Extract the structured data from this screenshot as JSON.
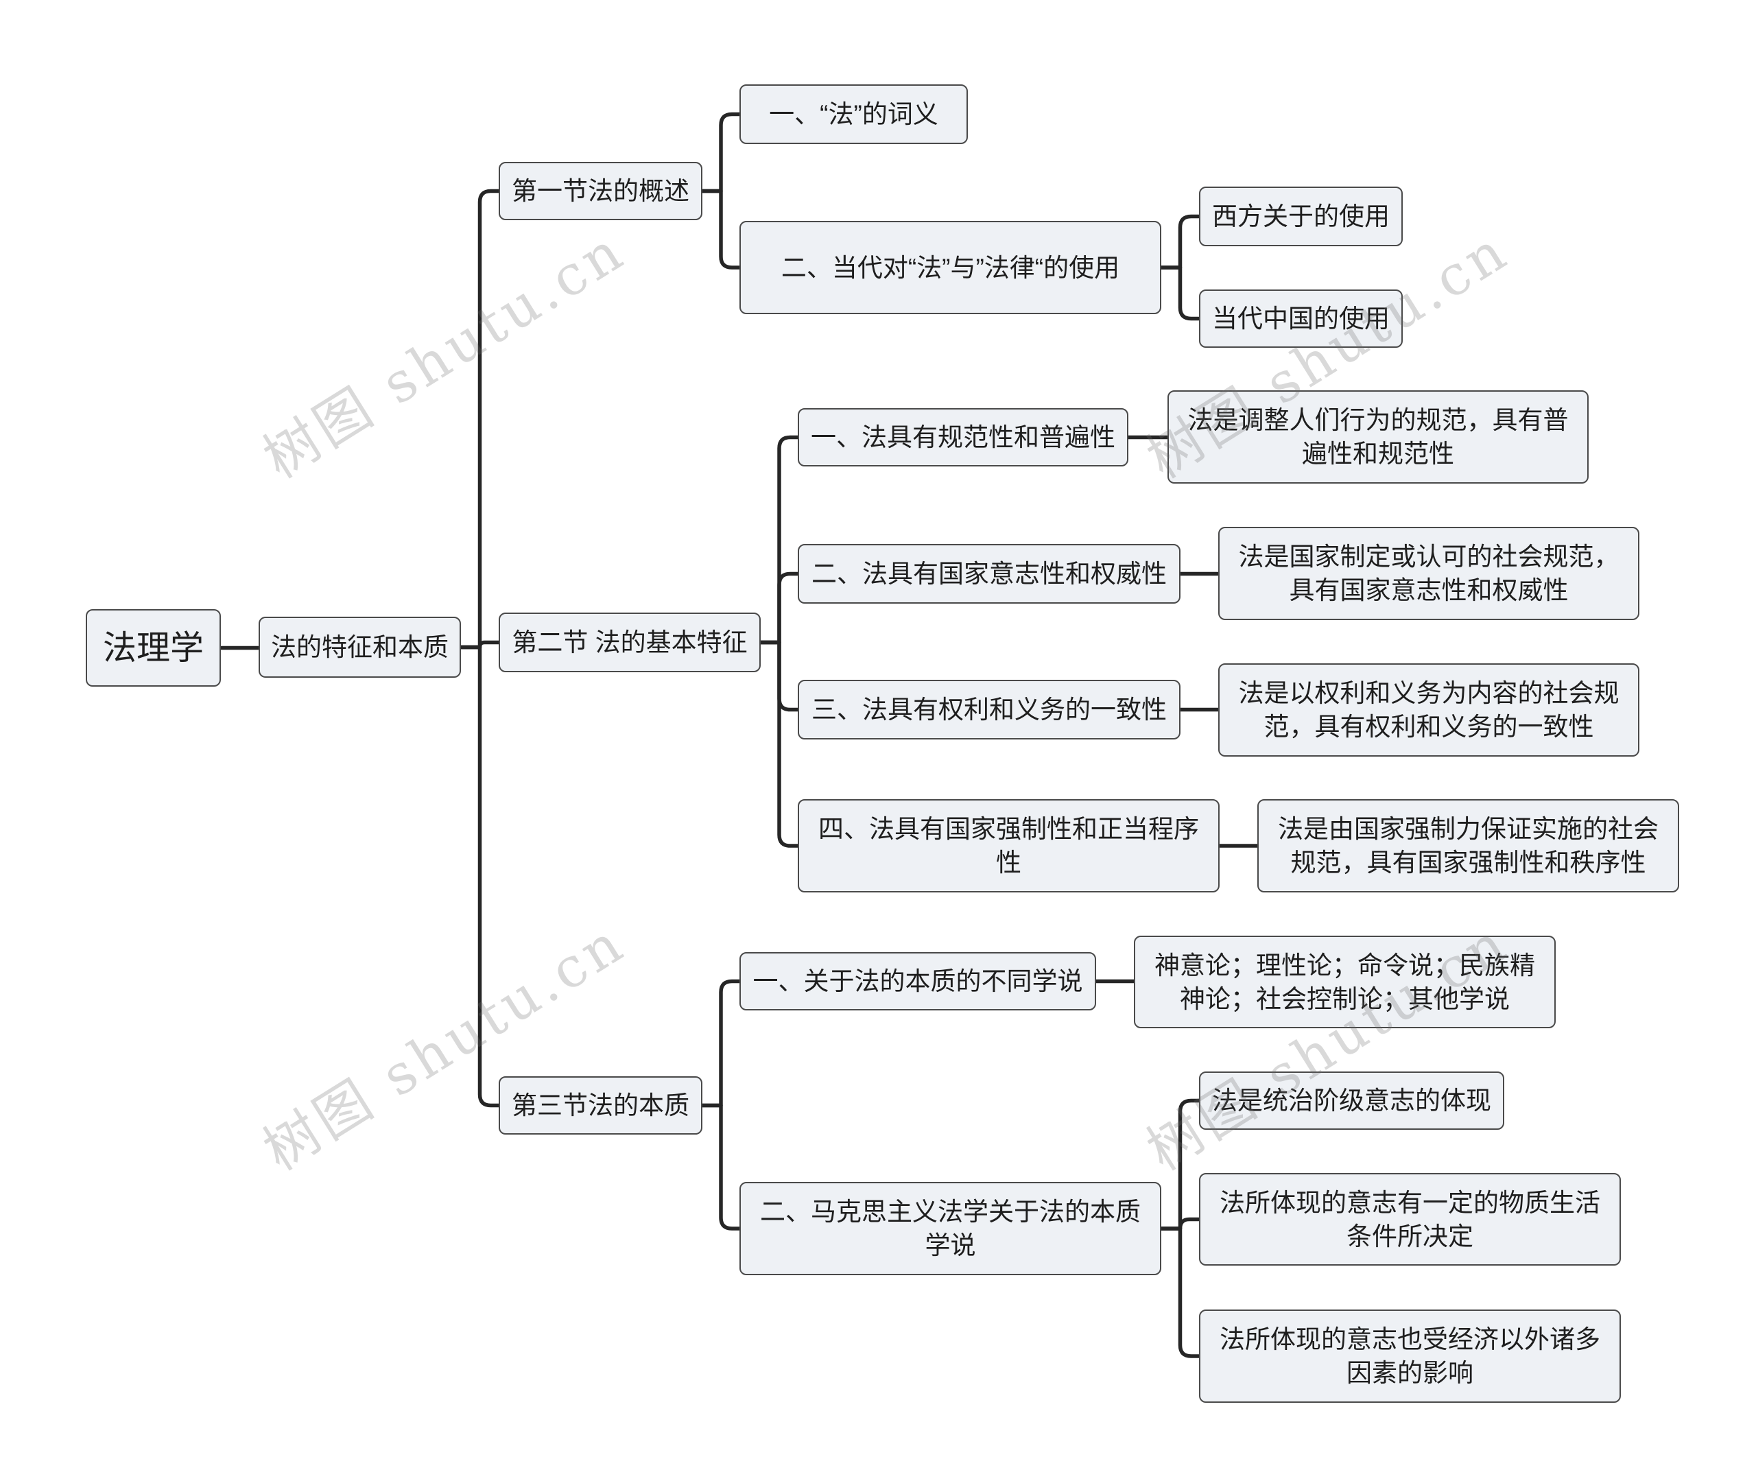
{
  "watermark": "树图 shutu.cn",
  "colors": {
    "background": "#ffffff",
    "node_fill": "#eef1f5",
    "node_border": "#4a4a4a",
    "connector": "#262626",
    "text": "#1e1e1e",
    "watermark": "#8c8c8c"
  },
  "mindmap": {
    "root": {
      "label": "法理学",
      "children": [
        {
          "label": "法的特征和本质",
          "children": [
            {
              "label": "第一节法的概述",
              "children": [
                {
                  "label": "一、“法”的词义"
                },
                {
                  "label": "二、当代对“法”与”法律“的使用",
                  "children": [
                    {
                      "label": "西方关于的使用"
                    },
                    {
                      "label": "当代中国的使用"
                    }
                  ]
                }
              ]
            },
            {
              "label": "第二节 法的基本特征",
              "children": [
                {
                  "label": "一、法具有规范性和普遍性",
                  "children": [
                    {
                      "label": "法是调整人们行为的规范，具有普遍性和规范性"
                    }
                  ]
                },
                {
                  "label": "二、法具有国家意志性和权威性",
                  "children": [
                    {
                      "label": "法是国家制定或认可的社会规范，具有国家意志性和权威性"
                    }
                  ]
                },
                {
                  "label": "三、法具有权利和义务的一致性",
                  "children": [
                    {
                      "label": "法是以权利和义务为内容的社会规范，具有权利和义务的一致性"
                    }
                  ]
                },
                {
                  "label": "四、法具有国家强制性和正当程序性",
                  "children": [
                    {
                      "label": "法是由国家强制力保证实施的社会规范，具有国家强制性和秩序性"
                    }
                  ]
                }
              ]
            },
            {
              "label": "第三节法的本质",
              "children": [
                {
                  "label": "一、关于法的本质的不同学说",
                  "children": [
                    {
                      "label": "神意论；理性论；命令说；民族精神论；社会控制论；其他学说"
                    }
                  ]
                },
                {
                  "label": "二、马克思主义法学关于法的本质学说",
                  "children": [
                    {
                      "label": "法是统治阶级意志的体现"
                    },
                    {
                      "label": "法所体现的意志有一定的物质生活条件所决定"
                    },
                    {
                      "label": "法所体现的意志也受经济以外诸多因素的影响"
                    }
                  ]
                }
              ]
            }
          ]
        }
      ]
    }
  }
}
